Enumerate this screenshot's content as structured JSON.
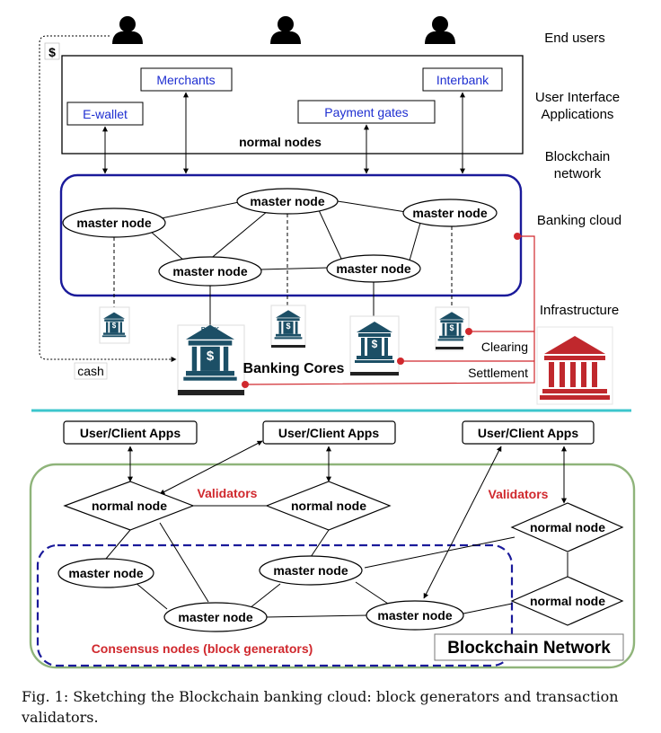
{
  "top": {
    "end_users": "End users",
    "ui_apps_line1": "User Interface",
    "ui_apps_line2": "Applications",
    "blockchain_net_line1": "Blockchain",
    "blockchain_net_line2": "network",
    "banking_cloud": "Banking cloud",
    "infrastructure": "Infrastructure",
    "dollar": "$",
    "cash": "cash",
    "merchants": "Merchants",
    "interbank": "Interbank",
    "ewallet": "E-wallet",
    "payment_gates": "Payment gates",
    "normal_nodes": "normal nodes",
    "master_node": "master node",
    "banking_cores": "Banking Cores",
    "clearing": "Clearing",
    "settlement": "Settlement",
    "bank_sign": "BANK",
    "currency_glyph": "$"
  },
  "bottom": {
    "client_apps": "User/Client Apps",
    "validators": "Validators",
    "normal_node": "normal node",
    "master_node": "master node",
    "consensus": "Consensus nodes (block generators)",
    "blockchain_network": "Blockchain Network"
  },
  "caption": "Fig. 1: Sketching the Blockchain banking cloud: block generators and transaction validators.",
  "colors": {
    "app_text_blue": "#1f2fd1",
    "cloud_blue": "#1a1a9a",
    "teal_divider": "#3cc6cc",
    "network_green": "#8fb47a",
    "accent_red": "#d0282d",
    "bank_teal": "#1c4f66"
  },
  "icons": [
    "user-icon",
    "bank-building-icon",
    "infrastructure-bank-icon"
  ]
}
